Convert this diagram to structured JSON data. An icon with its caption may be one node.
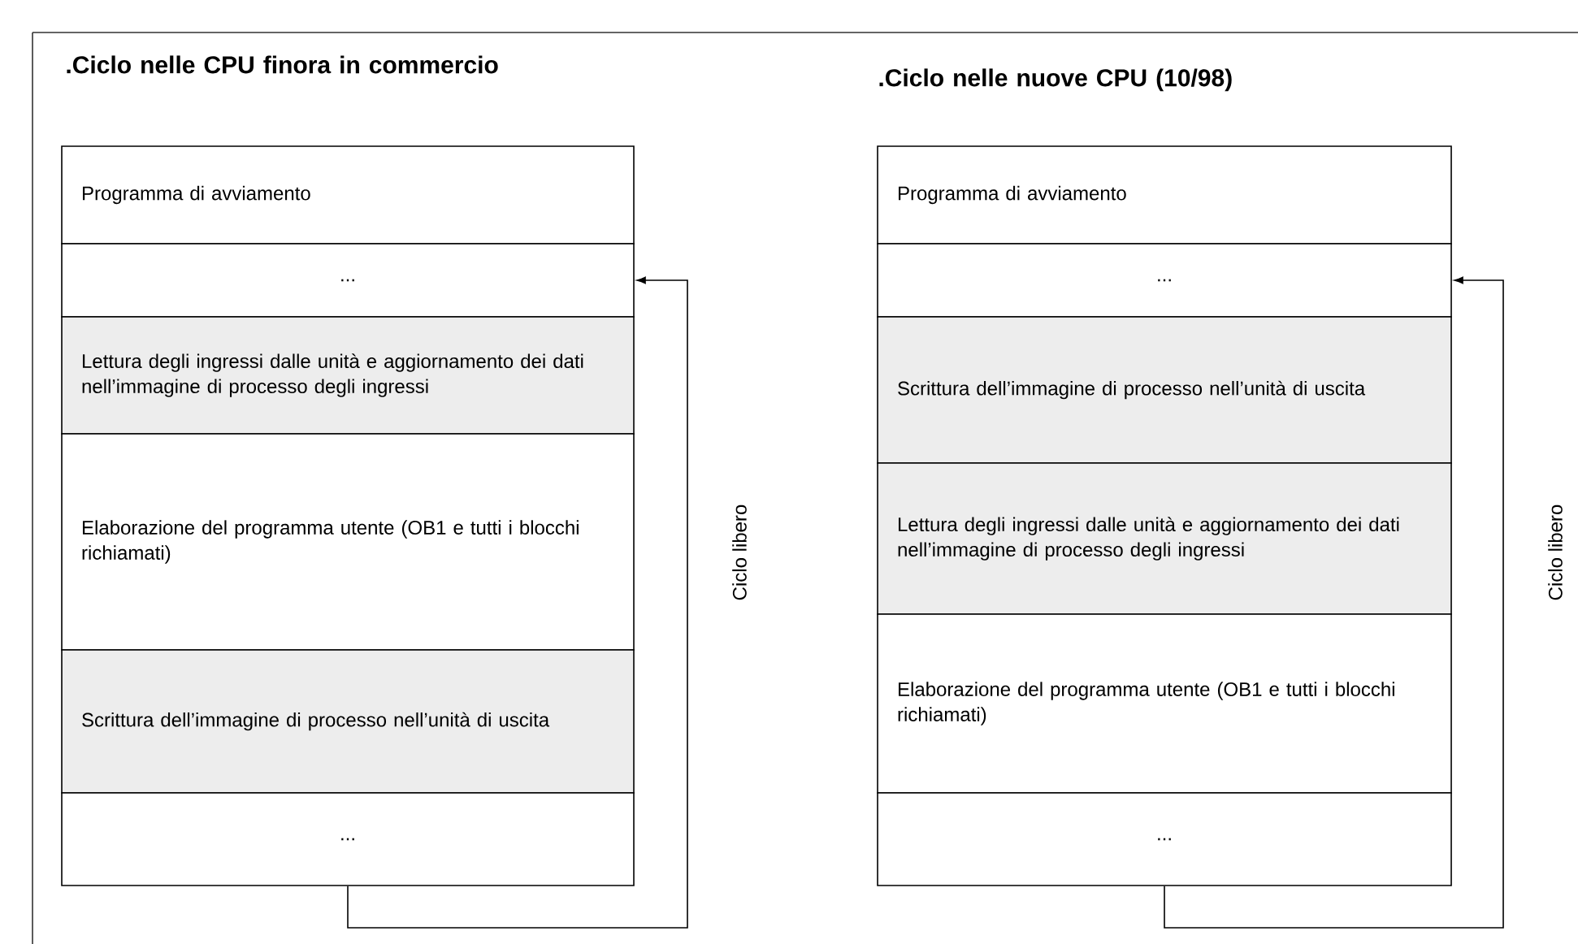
{
  "diagram": {
    "nodes": [
      {
        "text": [
          "Programma di avviamento"
        ]
      },
      {
        "text": [
          "..."
        ]
      },
      {
        "text": [
          "Lettura degli ingressi dalle unità e aggiornamento dei dati nell’immagine di processo degli ingressi"
        ]
      },
      {
        "text": [
          "Elaborazione del programma utente (OB1 e tutti i blocchi richiamati)"
        ]
      },
      {
        "text": [
          "Scrittura dell’immagine di processo nell’unità di uscita"
        ]
      },
      {
        "text": [
          "..."
        ]
      },
      {
        "text": [
          "Programma di avviamento"
        ]
      },
      {
        "text": [
          "..."
        ]
      },
      {
        "text": [
          "Scrittura dell’immagine di processo nell’unità di uscita"
        ]
      },
      {
        "text": [
          "Lettura degli ingressi dalle unità e aggiornamento dei dati nell’immagine di processo degli ingressi"
        ]
      },
      {
        "text": [
          "Elaborazione del programma utente (OB1 e tutti i blocchi richiamati)"
        ]
      },
      {
        "text": [
          "..."
        ]
      }
    ],
    "edges": [
      {
        "from": 5,
        "to": 1,
        "arrow": "to",
        "label": "Ciclo libero"
      },
      {
        "from": 11,
        "to": 7,
        "arrow": "to",
        "label": "Ciclo libero"
      }
    ],
    "labels": [
      ".Ciclo nelle CPU finora in commercio",
      ".Ciclo nelle nuove CPU (10/98)"
    ]
  }
}
